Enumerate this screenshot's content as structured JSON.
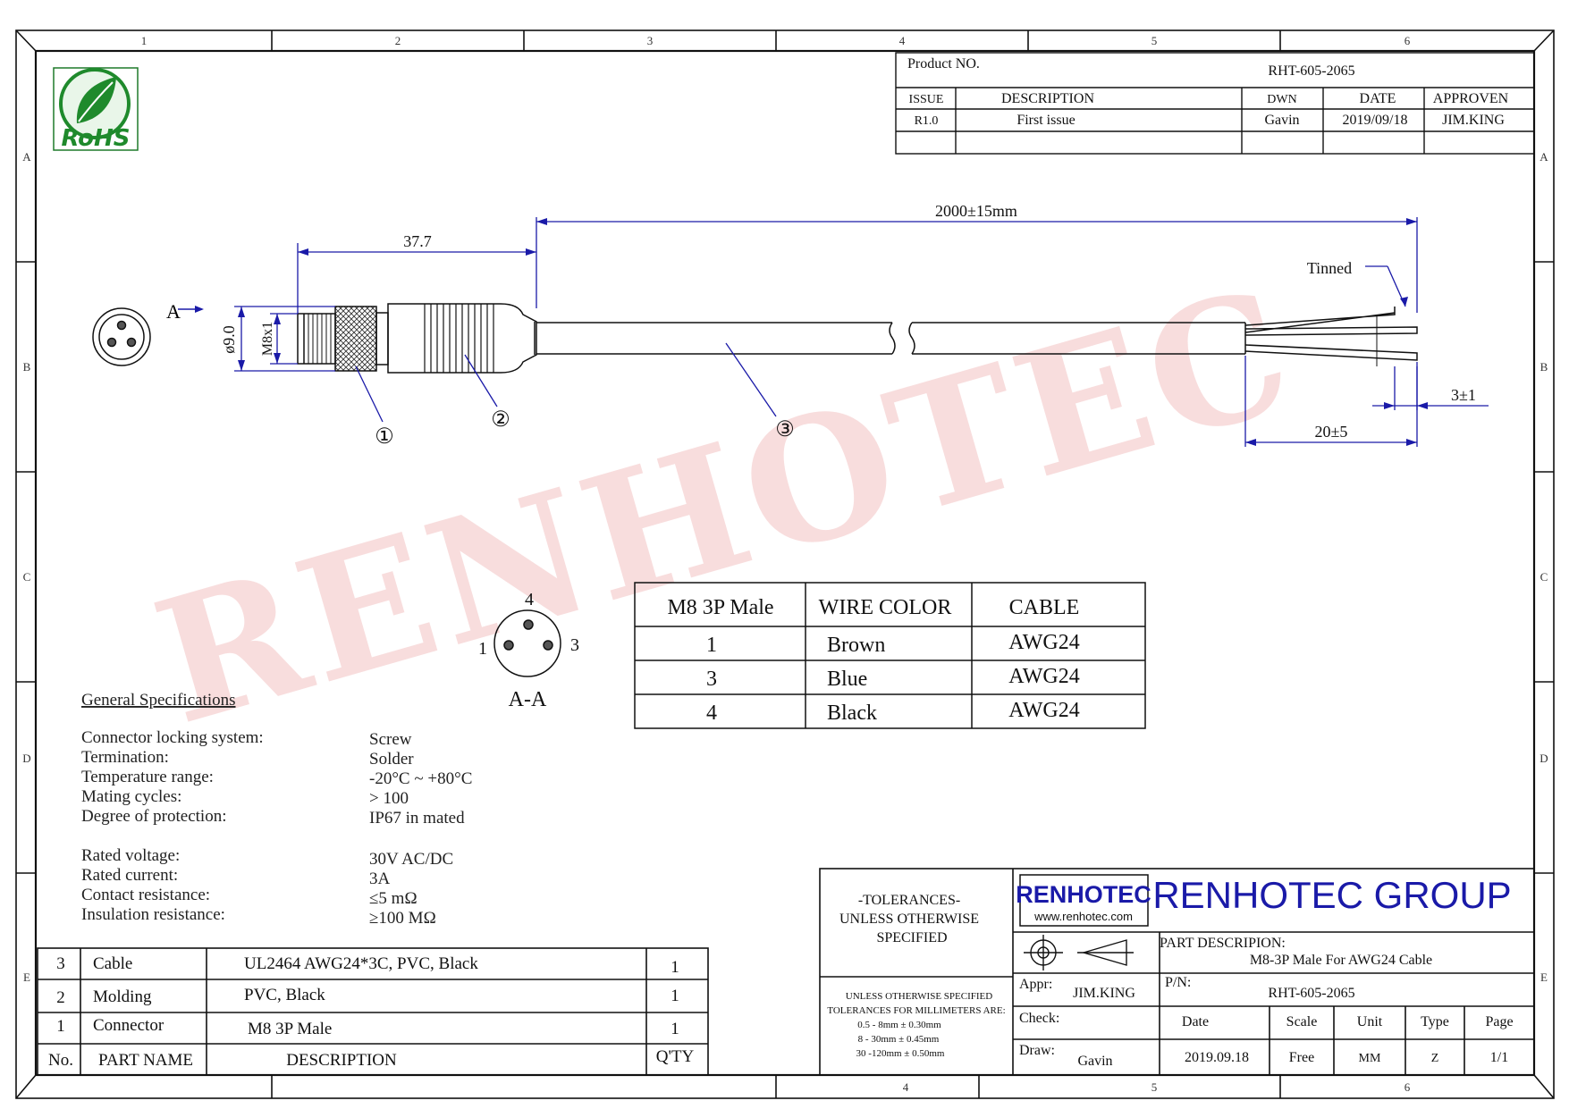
{
  "colors": {
    "line": "#111111",
    "dim_blue": "#1a1aa8",
    "watermark": "#f3c9c9",
    "rohs_green": "#1f8a2c",
    "brand_red": "#cc1111",
    "brand_blue": "#1a1aa8"
  },
  "border": {
    "cols_top": [
      "1",
      "2",
      "3",
      "4",
      "5",
      "6"
    ],
    "cols_bottom": [
      "4",
      "5",
      "6"
    ],
    "rows": [
      "A",
      "B",
      "C",
      "D",
      "E"
    ]
  },
  "rohs": "RoHS",
  "watermark": "RENHOTEC",
  "title_block_top": {
    "product_no_label": "Product NO.",
    "product_no": "RHT-605-2065",
    "headers": [
      "ISSUE",
      "DESCRIPTION",
      "DWN",
      "DATE",
      "APPROVEN"
    ],
    "row": [
      "R1.0",
      "First issue",
      "Gavin",
      "2019/09/18",
      "JIM.KING"
    ]
  },
  "drawing": {
    "view_label": "A",
    "dim_overall": "2000±15mm",
    "dim_connector": "37.7",
    "dim_diameter": "ø9.0",
    "dim_thread": "M8x1",
    "tinned": "Tinned",
    "dim_strip": "3±1",
    "dim_jacket": "20±5",
    "callouts": [
      "①",
      "②",
      "③"
    ]
  },
  "section": {
    "pins": [
      "4",
      "1",
      "3"
    ],
    "label": "A-A"
  },
  "wire_table": {
    "headers": [
      "M8 3P Male",
      "WIRE COLOR",
      "CABLE"
    ],
    "rows": [
      [
        "1",
        "Brown",
        "AWG24"
      ],
      [
        "3",
        "Blue",
        "AWG24"
      ],
      [
        "4",
        "Black",
        "AWG24"
      ]
    ]
  },
  "specs": {
    "title": "General Specifications",
    "items": [
      {
        "label": "Connector locking system:",
        "value": "Screw"
      },
      {
        "label": "Termination:",
        "value": "Solder"
      },
      {
        "label": "Temperature range:",
        "value": "-20°C ~ +80°C"
      },
      {
        "label": "Mating cycles:",
        "value": "> 100"
      },
      {
        "label": "Degree of protection:",
        "value": "IP67 in mated"
      }
    ],
    "electrical": [
      {
        "label": "Rated voltage:",
        "value": "30V AC/DC"
      },
      {
        "label": "Rated current:",
        "value": "3A"
      },
      {
        "label": "Contact resistance:",
        "value": "≤5 mΩ"
      },
      {
        "label": "Insulation resistance:",
        "value": "≥100 MΩ"
      }
    ]
  },
  "bom": {
    "rows": [
      {
        "no": "3",
        "name": "Cable",
        "desc": "UL2464 AWG24*3C, PVC, Black",
        "qty": "1"
      },
      {
        "no": "2",
        "name": "Molding",
        "desc": "PVC, Black",
        "qty": "1"
      },
      {
        "no": "1",
        "name": "Connector",
        "desc": "M8 3P Male",
        "qty": "1"
      }
    ],
    "headers": {
      "no": "No.",
      "name": "PART NAME",
      "desc": "DESCRIPTION",
      "qty": "Q'TY"
    }
  },
  "title_block": {
    "tol_title": [
      "-TOLERANCES-",
      "UNLESS OTHERWISE",
      "SPECIFIED"
    ],
    "tol_detail": [
      "UNLESS OTHERWISE SPECIFIED",
      "TOLERANCES FOR MILLIMETERS ARE:",
      "0.5 - 8mm ± 0.30mm",
      "8 - 30mm ± 0.45mm",
      "30 -120mm ± 0.50mm"
    ],
    "logo_word": "RENHOTEC",
    "logo_url": "www.renhotec.com",
    "company": "RENHOTEC GROUP",
    "part_desc_label": "PART DESCRIPION:",
    "part_desc": "M8-3P Male For AWG24 Cable",
    "appr_label": "Appr:",
    "appr": "JIM.KING",
    "pn_label": "P/N:",
    "pn": "RHT-605-2065",
    "check_label": "Check:",
    "draw_label": "Draw:",
    "draw": "Gavin",
    "info_headers": [
      "Date",
      "Scale",
      "Unit",
      "Type",
      "Page"
    ],
    "info_values": [
      "2019.09.18",
      "Free",
      "MM",
      "Z",
      "1/1"
    ]
  }
}
